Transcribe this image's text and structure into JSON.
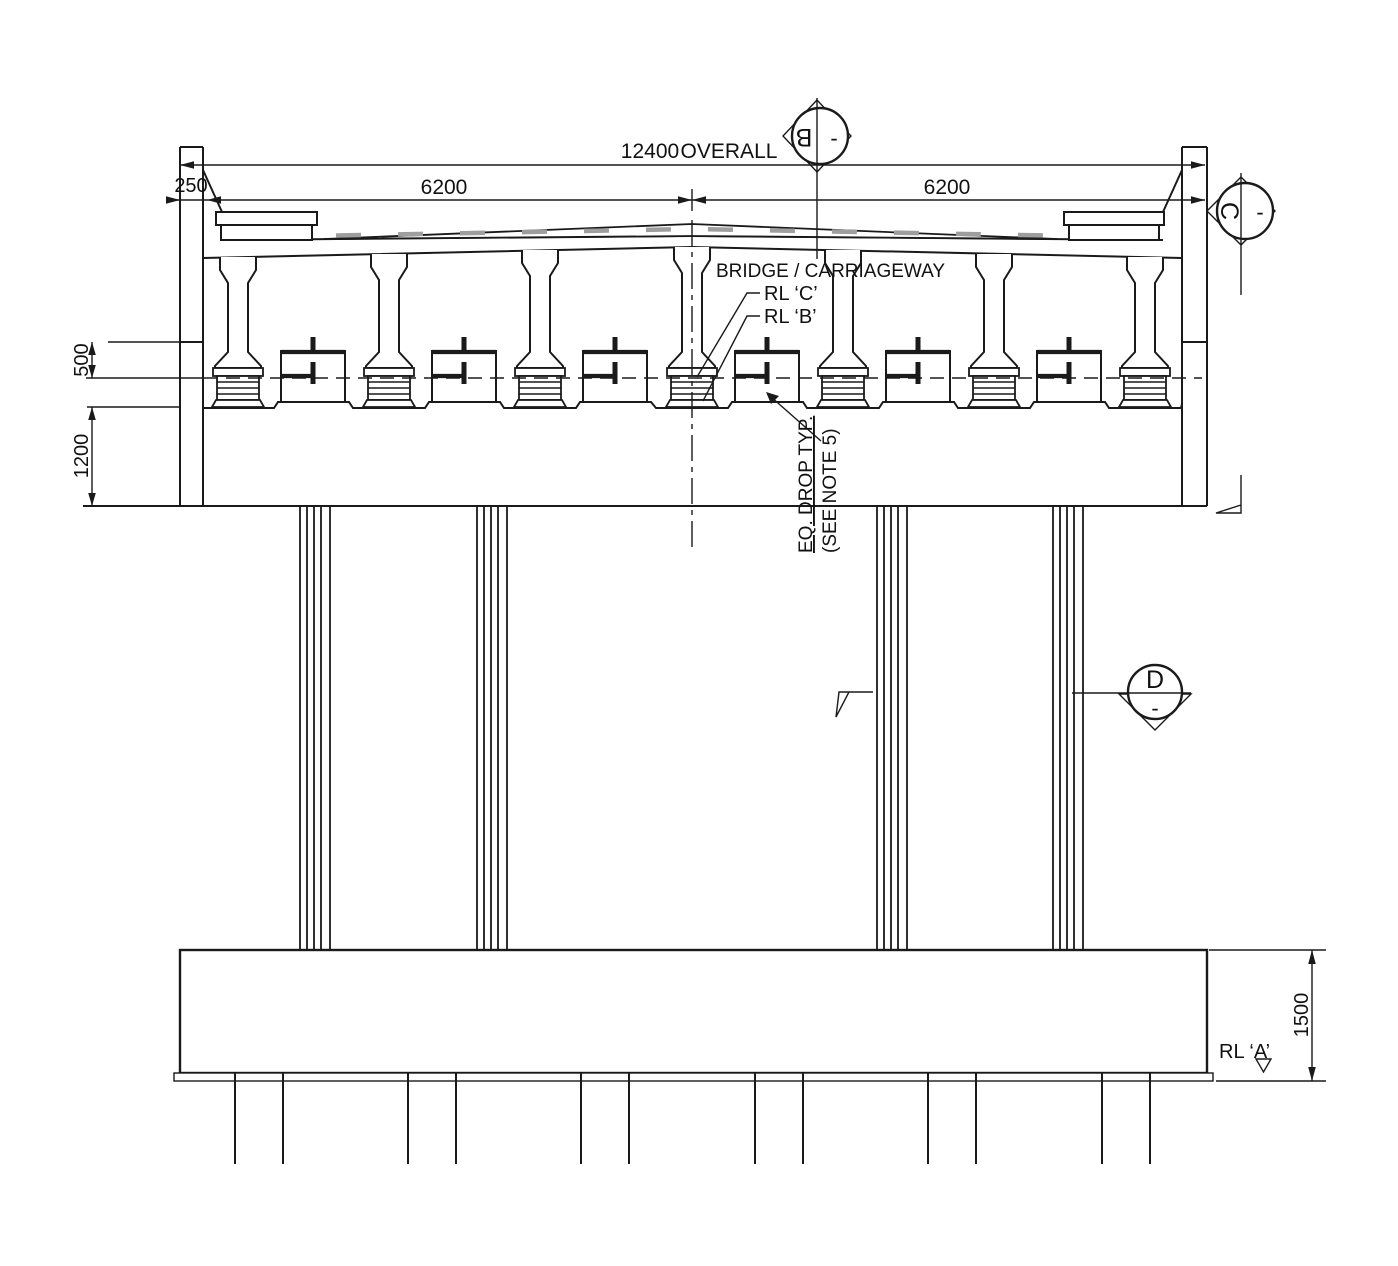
{
  "dims": {
    "overall": "12400",
    "overall_label": "OVERALL",
    "deck_edge": "250",
    "carriageway_left": "6200",
    "carriageway_right": "6200",
    "bearing_upstand": "500",
    "headstock_depth": "1200",
    "pile_cap_depth": "1500"
  },
  "labels": {
    "carriageway_centerline": "BRIDGE / CARRIAGEWAY",
    "rl_c": "RL ‘C’",
    "rl_b": "RL ‘B’",
    "rl_a": "RL ‘A’",
    "eq_drop_line1": "EQ. DROP TYP.",
    "eq_drop_line2": "(SEE NOTE 5)"
  },
  "section_markers": {
    "b": {
      "letter": "B",
      "sheet": "-"
    },
    "c": {
      "letter": "C",
      "sheet": "-"
    },
    "d": {
      "letter": "D",
      "sheet": "-"
    }
  },
  "colors": {
    "line": "#1a1a1a",
    "asphalt_dash": "#9e9e9e",
    "background": "#ffffff"
  }
}
